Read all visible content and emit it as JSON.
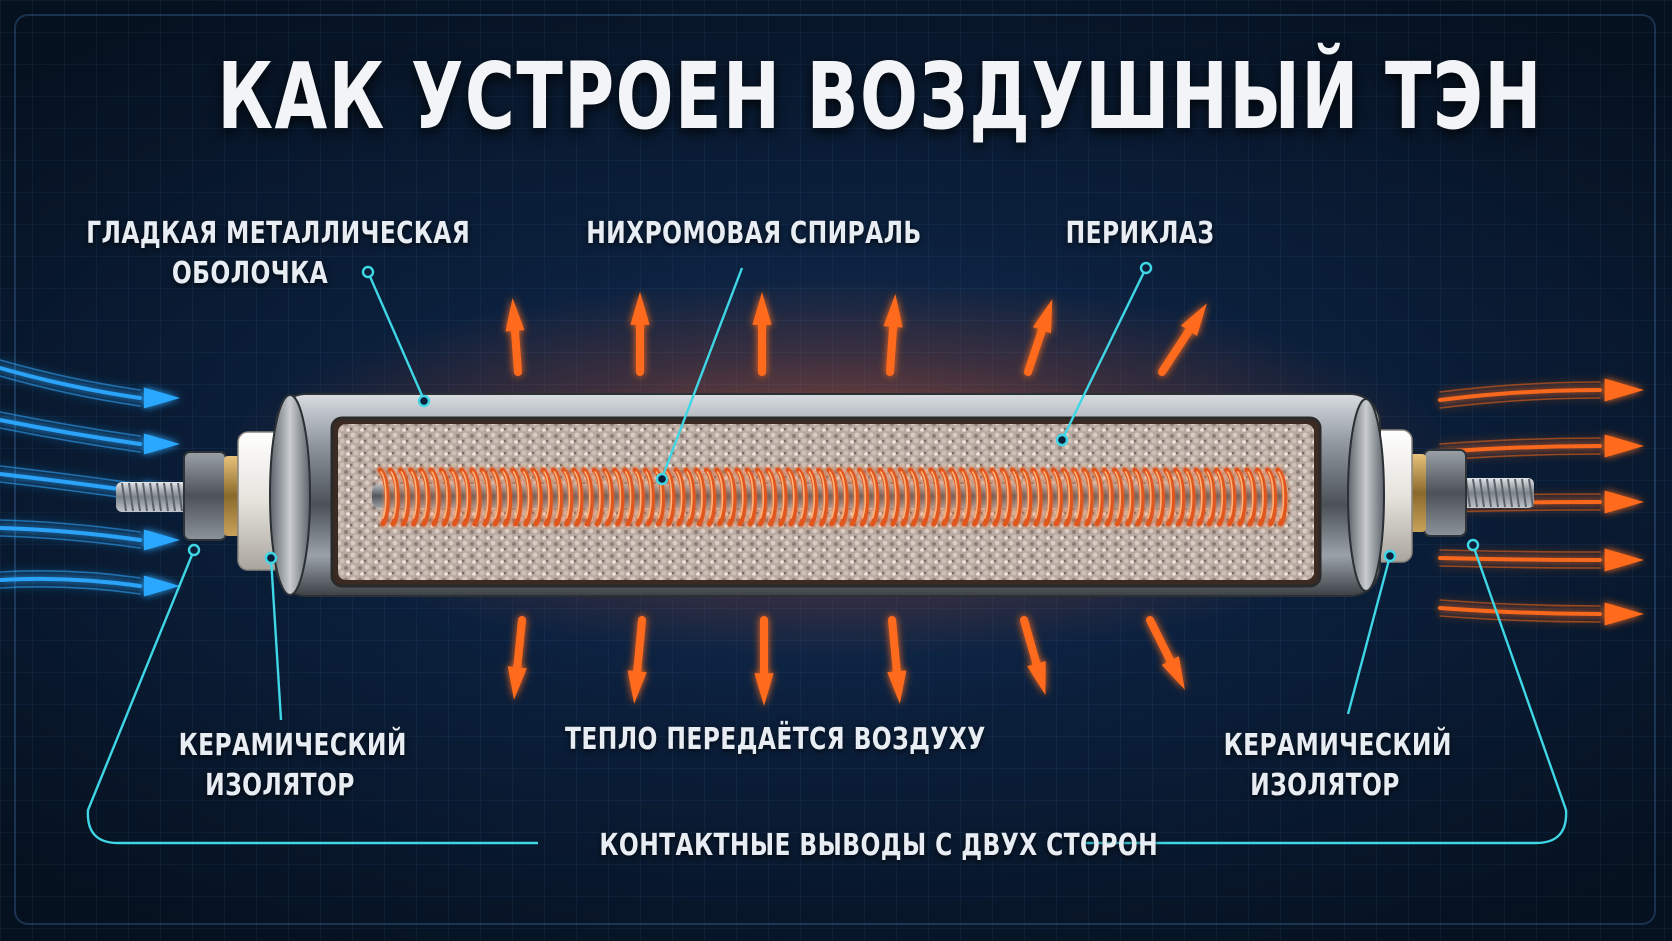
{
  "title": "КАК УСТРОЕН ВОЗДУШНЫЙ ТЭН",
  "labels": {
    "shell": [
      "ГЛАДКАЯ МЕТАЛЛИЧЕСКАЯ",
      "ОБОЛОЧКА"
    ],
    "spiral": "НИХРОМОВАЯ СПИРАЛЬ",
    "periclase": "ПЕРИКЛАЗ",
    "insulator_left": [
      "КЕРАМИЧЕСКИЙ",
      "ИЗОЛЯТОР"
    ],
    "heat": "ТЕПЛО ПЕРЕДАЁТСЯ ВОЗДУХУ",
    "insulator_right": [
      "КЕРАМИЧЕСКИЙ",
      "ИЗОЛЯТОР"
    ],
    "terminals": "КОНТАКТНЫЕ ВЫВОДЫ С ДВУХ СТОРОН"
  },
  "colors": {
    "callout": "#3fd6e6",
    "heat": "#ff6a1a",
    "cold_air": "#2aa8ff",
    "spiral": "#e0561c",
    "text": "#e8edf3"
  },
  "icons": {
    "heat_arrow": "arrow-icon",
    "air_arrow": "arrow-icon"
  }
}
